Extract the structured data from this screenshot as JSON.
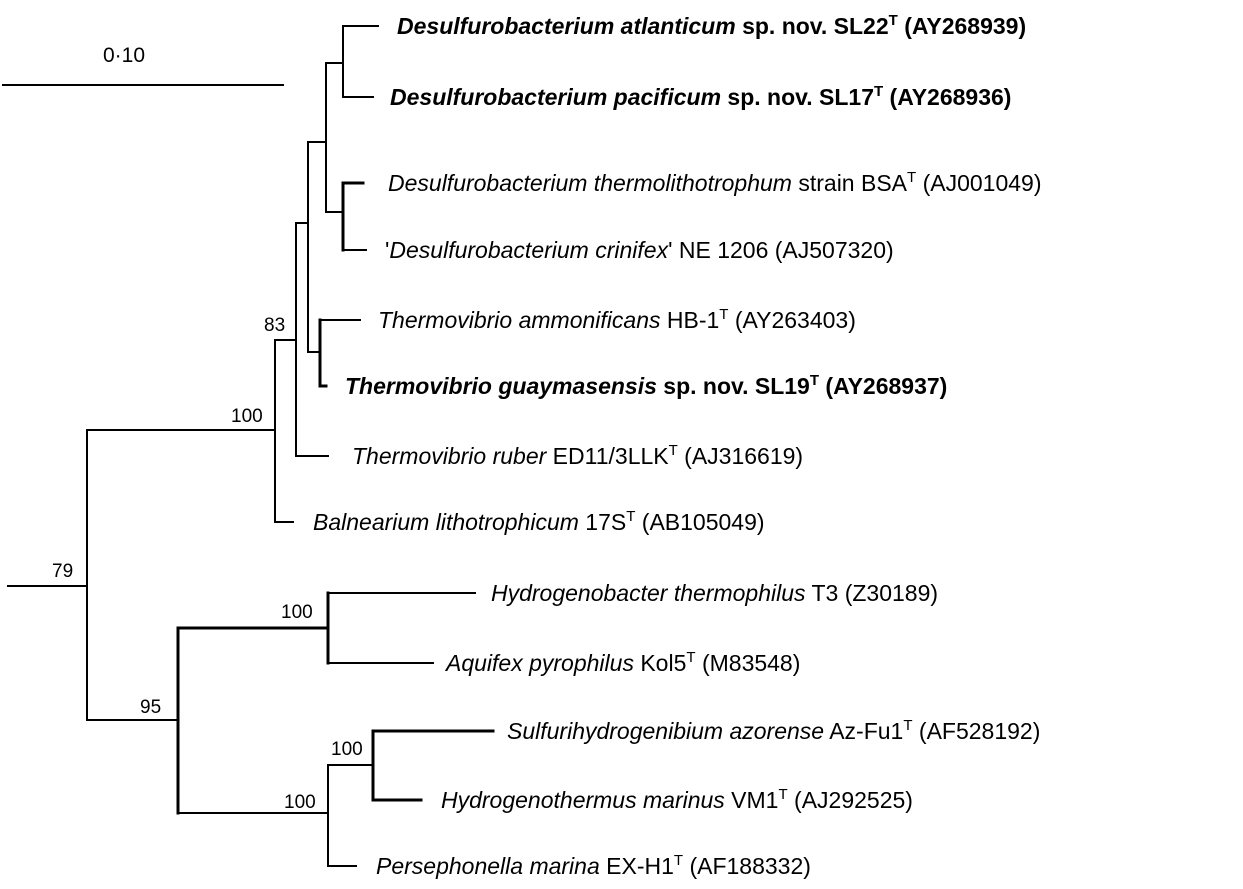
{
  "scale_bar": {
    "label": "0·10"
  },
  "support_values": {
    "n83": "83",
    "n100_top": "100",
    "root79": "79",
    "n100_hydro": "100",
    "n95": "95",
    "n100_sulfur": "100",
    "n100_perse": "100"
  },
  "taxa": [
    {
      "id": "atlanticum",
      "bold": true,
      "parts": [
        {
          "t": "Desulfurobacterium atlanticum",
          "s": "it"
        },
        {
          "t": " sp. nov. SL22"
        },
        {
          "t": "T",
          "s": "sup"
        },
        {
          "t": " (AY268939)"
        }
      ]
    },
    {
      "id": "pacificum",
      "bold": true,
      "parts": [
        {
          "t": "Desulfurobacterium pacificum",
          "s": "it"
        },
        {
          "t": " sp. nov. SL17"
        },
        {
          "t": "T",
          "s": "sup"
        },
        {
          "t": " (AY268936)"
        }
      ]
    },
    {
      "id": "thermolithotrophum",
      "bold": false,
      "parts": [
        {
          "t": "Desulfurobacterium thermolithotrophum",
          "s": "it"
        },
        {
          "t": " strain BSA"
        },
        {
          "t": "T",
          "s": "sup"
        },
        {
          "t": " (AJ001049)"
        }
      ]
    },
    {
      "id": "crinifex",
      "bold": false,
      "parts": [
        {
          "t": "'"
        },
        {
          "t": "Desulfurobacterium crinifex",
          "s": "it"
        },
        {
          "t": "' NE 1206 (AJ507320)"
        }
      ]
    },
    {
      "id": "ammonificans",
      "bold": false,
      "parts": [
        {
          "t": "Thermovibrio ammonificans",
          "s": "it"
        },
        {
          "t": " HB-1"
        },
        {
          "t": "T",
          "s": "sup"
        },
        {
          "t": " (AY263403)"
        }
      ]
    },
    {
      "id": "guaymasensis",
      "bold": true,
      "parts": [
        {
          "t": "Thermovibrio guaymasensis",
          "s": "it"
        },
        {
          "t": " sp. nov. SL19"
        },
        {
          "t": "T",
          "s": "sup"
        },
        {
          "t": " (AY268937)"
        }
      ]
    },
    {
      "id": "ruber",
      "bold": false,
      "parts": [
        {
          "t": "Thermovibrio ruber",
          "s": "it"
        },
        {
          "t": " ED11/3LLK"
        },
        {
          "t": "T",
          "s": "sup"
        },
        {
          "t": " (AJ316619)"
        }
      ]
    },
    {
      "id": "balnearium",
      "bold": false,
      "parts": [
        {
          "t": "Balnearium lithotrophicum",
          "s": "it"
        },
        {
          "t": " 17S"
        },
        {
          "t": "T",
          "s": "sup"
        },
        {
          "t": " (AB105049)"
        }
      ]
    },
    {
      "id": "hydrogenobacter",
      "bold": false,
      "parts": [
        {
          "t": "Hydrogenobacter thermophilus",
          "s": "it"
        },
        {
          "t": " T3 (Z30189)"
        }
      ]
    },
    {
      "id": "aquifex",
      "bold": false,
      "parts": [
        {
          "t": "Aquifex pyrophilus",
          "s": "it"
        },
        {
          "t": " Kol5"
        },
        {
          "t": "T",
          "s": "sup"
        },
        {
          "t": " (M83548)"
        }
      ]
    },
    {
      "id": "sulfurihydrogenibium",
      "bold": false,
      "parts": [
        {
          "t": "Sulfurihydrogenibium azorense",
          "s": "it"
        },
        {
          "t": " Az-Fu1"
        },
        {
          "t": "T",
          "s": "sup"
        },
        {
          "t": " (AF528192)"
        }
      ]
    },
    {
      "id": "hydrogenothermus",
      "bold": false,
      "parts": [
        {
          "t": "Hydrogenothermus marinus",
          "s": "it"
        },
        {
          "t": " VM1"
        },
        {
          "t": "T",
          "s": "sup"
        },
        {
          "t": " (AJ292525)"
        }
      ]
    },
    {
      "id": "persephonella",
      "bold": false,
      "parts": [
        {
          "t": "Persephonella marina",
          "s": "it"
        },
        {
          "t": " EX-H1"
        },
        {
          "t": "T",
          "s": "sup"
        },
        {
          "t": " (AF188332)"
        }
      ]
    }
  ]
}
